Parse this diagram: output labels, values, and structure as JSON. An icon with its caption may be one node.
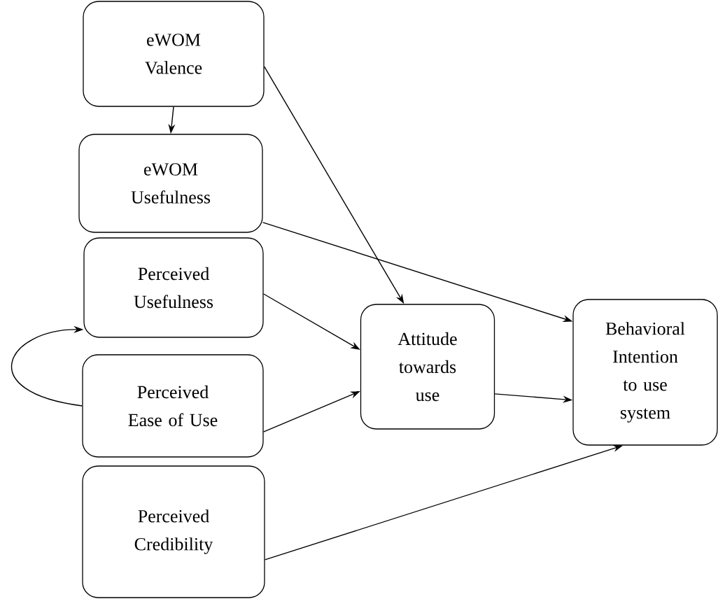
{
  "diagram": {
    "nodes": [
      {
        "text": [
          "eWOM Valence"
        ]
      },
      {
        "text": [
          "eWOM Usefulness"
        ]
      },
      {
        "text": [
          "Perceived Usefulness"
        ]
      },
      {
        "text": [
          "Perceived Ease of Use"
        ]
      },
      {
        "text": [
          "Attitude towards use"
        ]
      },
      {
        "text": [
          "Behavioral Intention to use system"
        ]
      },
      {
        "text": [
          "Perceived Credibility"
        ]
      }
    ],
    "edges": [
      {
        "from": 0,
        "to": 1,
        "arrow": "to"
      },
      {
        "from": 0,
        "to": 4,
        "arrow": "to"
      },
      {
        "from": 1,
        "to": 5,
        "arrow": "to"
      },
      {
        "from": 2,
        "to": 4,
        "arrow": "to"
      },
      {
        "from": 3,
        "to": 4,
        "arrow": "to"
      },
      {
        "from": 3,
        "to": 2,
        "arrow": "to"
      },
      {
        "from": 4,
        "to": 5,
        "arrow": "to"
      },
      {
        "from": 6,
        "to": 5,
        "arrow": "to"
      }
    ]
  }
}
